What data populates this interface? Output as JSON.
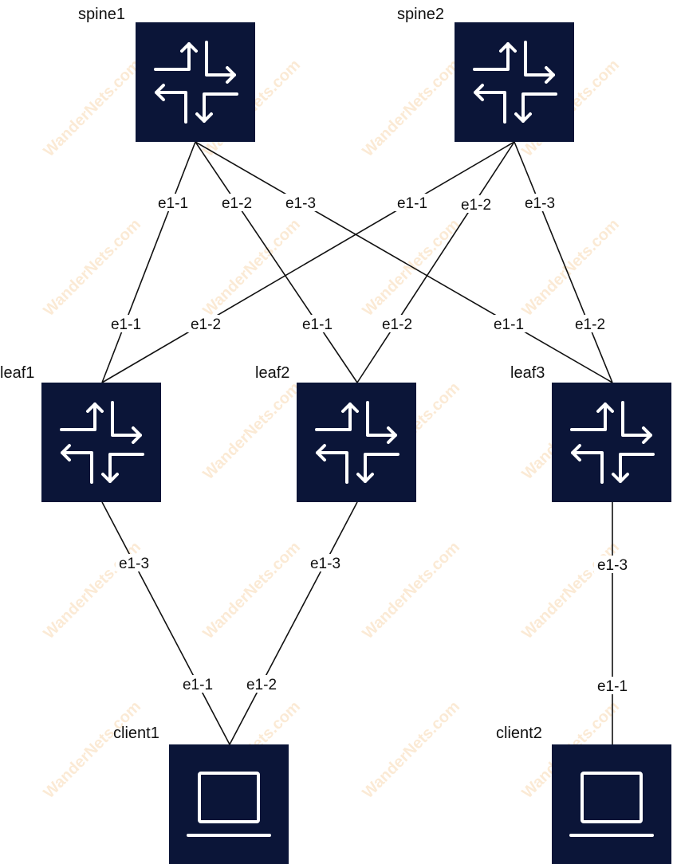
{
  "watermark": "WanderNets.com",
  "colors": {
    "node_fill": "#0b1538",
    "icon": "#ffffff",
    "link": "#111111",
    "watermark": "#f2b56b"
  },
  "nodes": [
    {
      "id": "spine1",
      "label": "spine1",
      "type": "switch",
      "icon": "router-arrows-icon"
    },
    {
      "id": "spine2",
      "label": "spine2",
      "type": "switch",
      "icon": "router-arrows-icon"
    },
    {
      "id": "leaf1",
      "label": "leaf1",
      "type": "switch",
      "icon": "router-arrows-icon"
    },
    {
      "id": "leaf2",
      "label": "leaf2",
      "type": "switch",
      "icon": "router-arrows-icon"
    },
    {
      "id": "leaf3",
      "label": "leaf3",
      "type": "switch",
      "icon": "router-arrows-icon"
    },
    {
      "id": "client1",
      "label": "client1",
      "type": "host",
      "icon": "laptop-icon"
    },
    {
      "id": "client2",
      "label": "client2",
      "type": "host",
      "icon": "laptop-icon"
    }
  ],
  "links": [
    {
      "from": "spine1",
      "to": "leaf1",
      "from_port": "e1-1",
      "to_port": "e1-1"
    },
    {
      "from": "spine1",
      "to": "leaf2",
      "from_port": "e1-2",
      "to_port": "e1-1"
    },
    {
      "from": "spine1",
      "to": "leaf3",
      "from_port": "e1-3",
      "to_port": "e1-1"
    },
    {
      "from": "spine2",
      "to": "leaf1",
      "from_port": "e1-1",
      "to_port": "e1-2"
    },
    {
      "from": "spine2",
      "to": "leaf2",
      "from_port": "e1-2",
      "to_port": "e1-2"
    },
    {
      "from": "spine2",
      "to": "leaf3",
      "from_port": "e1-3",
      "to_port": "e1-2"
    },
    {
      "from": "leaf1",
      "to": "client1",
      "from_port": "e1-3",
      "to_port": "e1-1"
    },
    {
      "from": "leaf2",
      "to": "client1",
      "from_port": "e1-3",
      "to_port": "e1-2"
    },
    {
      "from": "leaf3",
      "to": "client2",
      "from_port": "e1-3",
      "to_port": "e1-1"
    }
  ]
}
